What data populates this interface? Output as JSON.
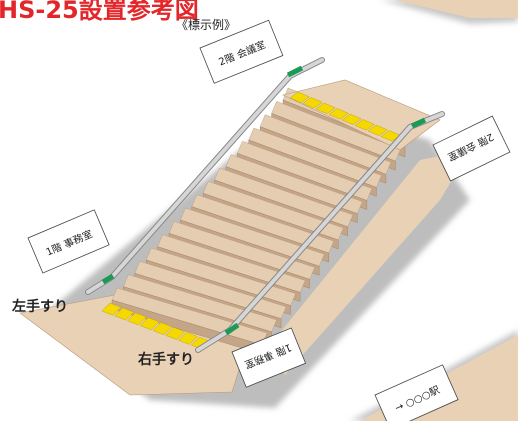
{
  "title": "HS-25設置参考図",
  "subtitle": "《標示例》",
  "signs": {
    "top_left": "2階 会議室",
    "right": "2階 会議室",
    "left": "1階 事務室",
    "bottom": "1階 事務室",
    "station": "→ ○○○駅"
  },
  "labels": {
    "left_rail": "左手すり",
    "right_rail": "右手すり"
  },
  "colors": {
    "floor": "#e8d1b5",
    "step_top": "#e4cdb1",
    "step_front": "#c5a587",
    "tactile": "#f5d800",
    "rail": "#bfbfbf",
    "rail_marker": "#1a9a55",
    "title": "#e3262a"
  }
}
